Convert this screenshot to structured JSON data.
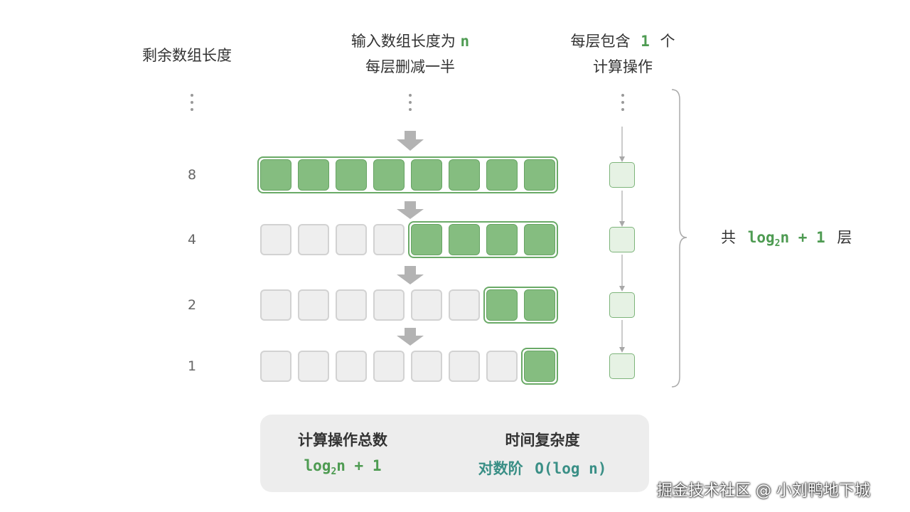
{
  "headers": {
    "remaining": "剩余数组长度",
    "input_prefix": "输入数组长度为",
    "input_var": "n",
    "halve": "每层删减一半",
    "per_layer_prefix": "每层包含",
    "per_layer_count": "1",
    "per_layer_suffix": "个",
    "ops": "计算操作"
  },
  "rows": [
    {
      "label": "8",
      "filled": 8
    },
    {
      "label": "4",
      "filled": 4
    },
    {
      "label": "2",
      "filled": 2
    },
    {
      "label": "1",
      "filled": 1
    }
  ],
  "array_size": 8,
  "total": {
    "prefix": "共",
    "log": "log",
    "sub": "2",
    "rest": "n + 1",
    "suffix": "层"
  },
  "summary": {
    "ops_title": "计算操作总数",
    "ops_log": "log",
    "ops_sub": "2",
    "ops_rest": "n + 1",
    "time_title": "时间复杂度",
    "time_cn": "对数阶",
    "time_big_o": "O(log n)"
  },
  "colors": {
    "filled": "#85bd80",
    "filled_border": "#66a363",
    "empty": "#eeeeee",
    "empty_border": "#d2d2d2",
    "op": "#e6f2e4",
    "accent_green": "#4e9b52",
    "accent_teal": "#3a8f86"
  },
  "watermark": "掘金技术社区 @ 小刘鸭地下城"
}
